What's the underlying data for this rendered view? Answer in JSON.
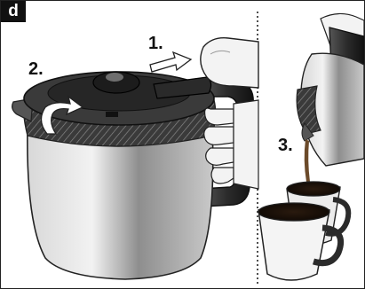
{
  "panel_letter": "d",
  "steps": [
    "1.",
    "2.",
    "3."
  ],
  "icons": {
    "carafe": "thermal-carafe-icon",
    "hand_push": "hand-pressing-button-icon",
    "arrow_push": "push-arrow-icon",
    "arrow_turn": "rotate-arrow-icon",
    "cups": "coffee-cups-icon",
    "pouring": "pouring-carafe-icon"
  },
  "colors": {
    "outline": "#222222",
    "steel": "#b9b9b9",
    "dark": "#2b2b2b"
  }
}
